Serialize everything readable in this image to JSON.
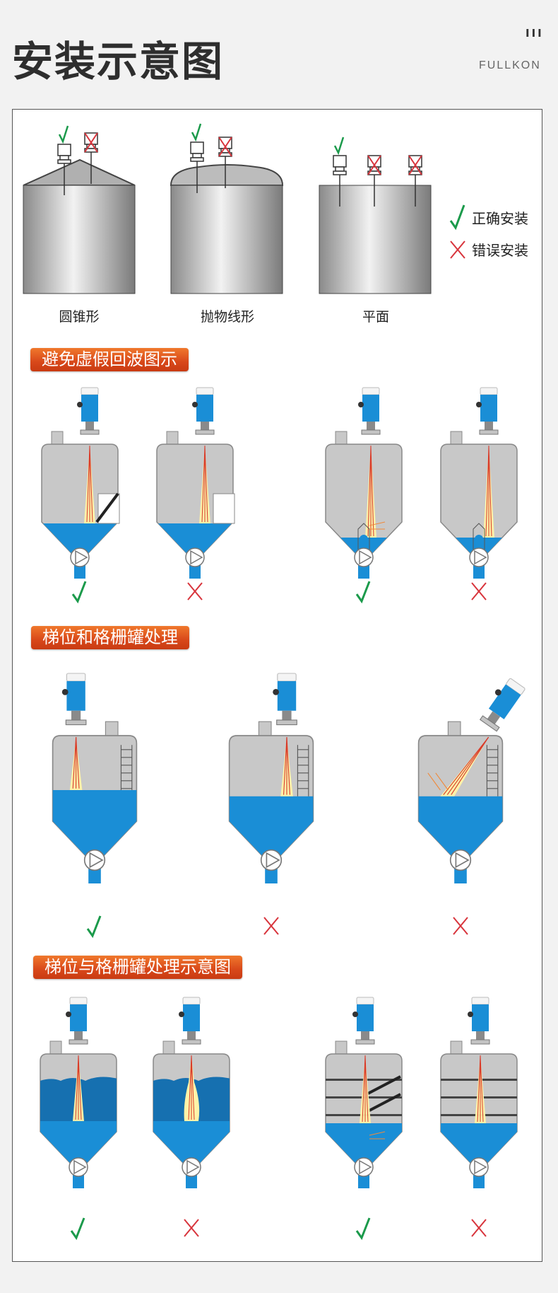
{
  "header": {
    "title": "安装示意图",
    "brand_mark": "III",
    "brand": "FULLKON"
  },
  "tank_types": {
    "items": [
      {
        "label": "圆锥形",
        "roof": "cone"
      },
      {
        "label": "抛物线形",
        "roof": "dome"
      },
      {
        "label": "平面",
        "roof": "flat"
      }
    ],
    "legend": {
      "correct": "正确安装",
      "wrong": "错误安装"
    }
  },
  "sections": [
    {
      "title": "避免虚假回波图示",
      "items": [
        {
          "variant": "baffle",
          "result": "correct"
        },
        {
          "variant": "step",
          "result": "wrong"
        },
        {
          "variant": "obstacle-ok",
          "result": "correct"
        },
        {
          "variant": "obstacle-bad",
          "result": "wrong"
        }
      ]
    },
    {
      "title": "梯位和格栅罐处理",
      "items": [
        {
          "variant": "ladder-ok",
          "result": "correct"
        },
        {
          "variant": "ladder-near",
          "result": "wrong"
        },
        {
          "variant": "ladder-angled",
          "result": "wrong"
        }
      ]
    },
    {
      "title": "梯位与格栅罐处理示意图",
      "items": [
        {
          "variant": "foam-ok",
          "result": "correct"
        },
        {
          "variant": "foam-bad",
          "result": "wrong"
        },
        {
          "variant": "grid-ok",
          "result": "correct"
        },
        {
          "variant": "grid-bad",
          "result": "wrong"
        }
      ]
    }
  ],
  "colors": {
    "correct": "#1b9a4b",
    "wrong": "#d8343c",
    "liquid": "#1a8ed6",
    "tank": "#c8c8c8",
    "accent": "#e0551f"
  }
}
